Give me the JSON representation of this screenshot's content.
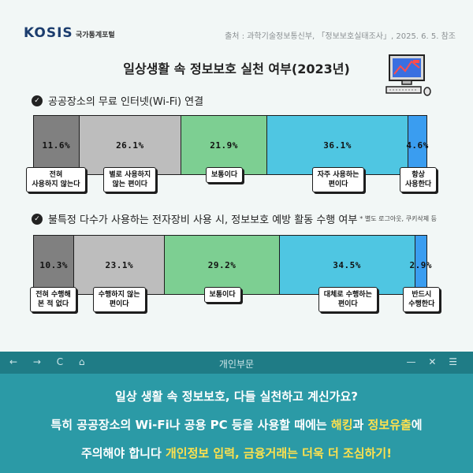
{
  "header": {
    "logo": "KOSIS",
    "logo_sub": "국가통계포털",
    "source": "출처 : 과학기술정보통신부, 「정보보호실태조사」, 2025. 6. 5. 참조"
  },
  "title": "일상생활 속 정보보호 실천 여부(2023년)",
  "icons": {
    "computer": "computer-icon",
    "check": "check-circle-icon"
  },
  "colors": [
    "#808080",
    "#bdbdbd",
    "#7dcf92",
    "#4fc6e2",
    "#3a9df0"
  ],
  "chart_data": [
    {
      "type": "bar",
      "title": "공공장소의 무료 인터넷(Wi-Fi) 연결",
      "note": "",
      "stacked": true,
      "unit": "%",
      "categories": [
        "전혀 사용하지 않는다",
        "별로 사용하지 않는 편이다",
        "보통이다",
        "자주 사용하는 편이다",
        "항상 사용한다"
      ],
      "values": [
        11.6,
        26.1,
        21.9,
        36.1,
        4.6
      ],
      "labels": [
        "11.6%",
        "26.1%",
        "21.9%",
        "36.1%",
        "4.6%"
      ],
      "captions": [
        [
          "전혀",
          "사용하지 않는다"
        ],
        [
          "별로 사용하지",
          "않는 편이다"
        ],
        [
          "보통이다"
        ],
        [
          "자주 사용하는",
          "편이다"
        ],
        [
          "항상",
          "사용한다"
        ]
      ]
    },
    {
      "type": "bar",
      "title": "불특정 다수가 사용하는 전자장비 사용 시, 정보보호 예방 활동 수행 여부",
      "note": "* 별도 로그아웃, 쿠키삭제 등",
      "stacked": true,
      "unit": "%",
      "categories": [
        "전혀 수행해 본 적 없다",
        "수행하지 않는 편이다",
        "보통이다",
        "대체로 수행하는 편이다",
        "반드시 수행한다"
      ],
      "values": [
        10.3,
        23.1,
        29.2,
        34.5,
        2.9
      ],
      "labels": [
        "10.3%",
        "23.1%",
        "29.2%",
        "34.5%",
        "2.9%"
      ],
      "captions": [
        [
          "전혀 수행해",
          "본 적 없다"
        ],
        [
          "수행하지 않는",
          "편이다"
        ],
        [
          "보통이다"
        ],
        [
          "대체로 수행하는",
          "편이다"
        ],
        [
          "반드시",
          "수행한다"
        ]
      ]
    }
  ],
  "browser": {
    "nav": "← → C ⌂",
    "tab": "개인부문",
    "window": "— ✕ ☰"
  },
  "message": {
    "line1": "일상 생활 속 정보보호, 다들 실천하고 계신가요?",
    "line2a": "특히 공공장소의 Wi-Fi나 공용 PC 등을 사용할 때에는 ",
    "line2b": "해킹",
    "line2c": "과 ",
    "line2d": "정보유출",
    "line2e": "에",
    "line3a": "주의해야 합니다 ",
    "line3b": "개인정보 입력, 금융거래는 더욱 더 조심하기!"
  }
}
